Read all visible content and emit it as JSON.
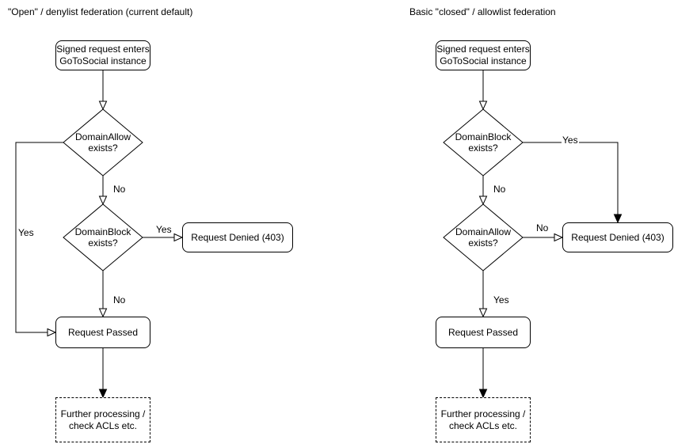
{
  "diagram": {
    "left": {
      "title": "\"Open\" / denylist federation (current default)",
      "nodes": {
        "start": "Signed request enters\nGoToSocial instance",
        "decision1": "DomainAllow\nexists?",
        "decision2": "DomainBlock\nexists?",
        "denied": "Request Denied (403)",
        "passed": "Request Passed",
        "further": "Further processing /\ncheck ACLs etc."
      },
      "labels": {
        "allow_yes": "Yes",
        "allow_no": "No",
        "block_yes": "Yes",
        "block_no": "No"
      }
    },
    "right": {
      "title": "Basic \"closed\" / allowlist federation",
      "nodes": {
        "start": "Signed request enters\nGoToSocial instance",
        "decision1": "DomainBlock\nexists?",
        "decision2": "DomainAllow\nexists?",
        "denied": "Request Denied (403)",
        "passed": "Request Passed",
        "further": "Further processing /\ncheck ACLs etc."
      },
      "labels": {
        "block_yes": "Yes",
        "block_no": "No",
        "allow_no": "No",
        "allow_yes": "Yes"
      }
    },
    "colors": {
      "stroke": "#000000",
      "node_fill": "#ffffff",
      "text": "#000000",
      "background": "#ffffff"
    }
  }
}
